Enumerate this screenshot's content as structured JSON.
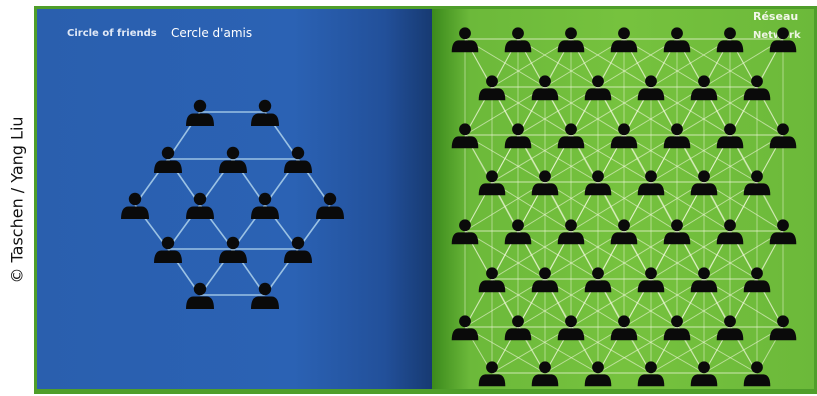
{
  "credit": "© Taschen / Yang Liu",
  "left_page": {
    "title_en": "Circle of friends",
    "title_fr": "Cercle d'amis"
  },
  "right_page": {
    "title_fr": "Réseau",
    "title_en": "Network"
  },
  "colors": {
    "left_page": "#2b62b4",
    "right_page": "#76c23e",
    "person": "#0a0a0a",
    "link": "#a8cdea",
    "network_link": "#eef7d8"
  },
  "icons": {
    "person": "person-icon"
  }
}
